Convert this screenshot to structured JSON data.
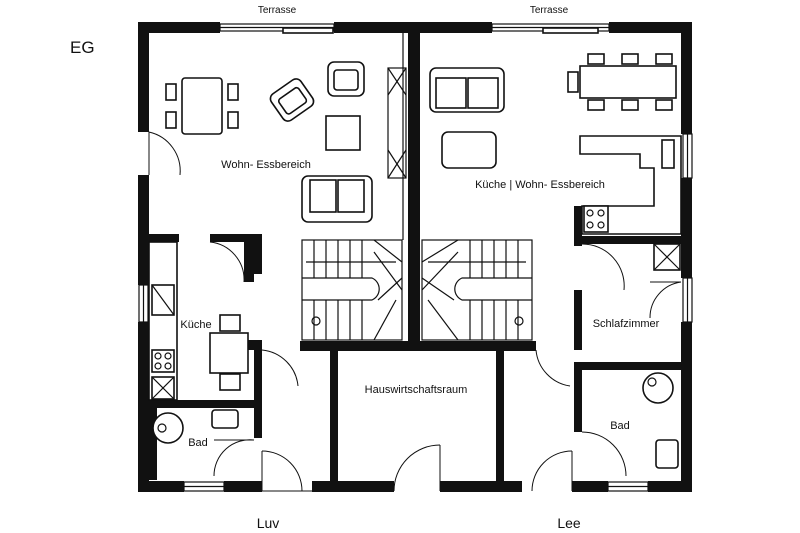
{
  "floor_label": "EG",
  "rooms": {
    "living_left": "Wohn- Essbereich",
    "kitchen_living_right": "Küche | Wohn- Essbereich",
    "kitchen_left": "Küche",
    "bedroom": "Schlafzimmer",
    "utility": "Hauswirtschaftsraum",
    "bath_left": "Bad",
    "bath_right": "Bad"
  },
  "terraces": {
    "left": "Terrasse",
    "right": "Terrasse"
  },
  "sides": {
    "left": "Luv",
    "right": "Lee"
  }
}
